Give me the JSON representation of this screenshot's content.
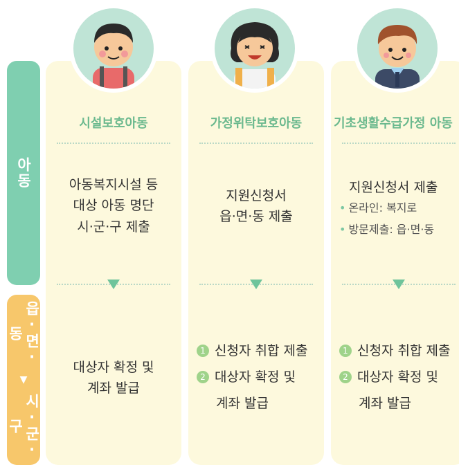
{
  "side": {
    "top_label": "아동",
    "bottom_upper": "읍·면·동",
    "bottom_arrow": "▼",
    "bottom_lower": "시·군·구"
  },
  "columns": [
    {
      "title": "시설보호아동",
      "child_lines": [
        "아동복지시설 등",
        "대상 아동 명단",
        "시·군·구 제출"
      ],
      "office_lines": [
        "대상자 확정 및",
        "계좌 발급"
      ]
    },
    {
      "title": "가정위탁보호아동",
      "child_lines": [
        "지원신청서",
        "읍·면·동 제출"
      ],
      "office_steps": [
        {
          "num": "1",
          "text": "신청자 취합 제출"
        },
        {
          "num": "2",
          "text": "대상자 확정 및"
        }
      ],
      "office_tail": "계좌 발급"
    },
    {
      "title": "기초생활수급가정 아동",
      "child_heading": "지원신청서 제출",
      "child_bullets": [
        "온라인: 복지로",
        "방문제출: 읍·면·동"
      ],
      "office_steps": [
        {
          "num": "1",
          "text": "신청자 취합 제출"
        },
        {
          "num": "2",
          "text": "대상자 확정 및"
        }
      ],
      "office_tail": "계좌 발급"
    }
  ]
}
